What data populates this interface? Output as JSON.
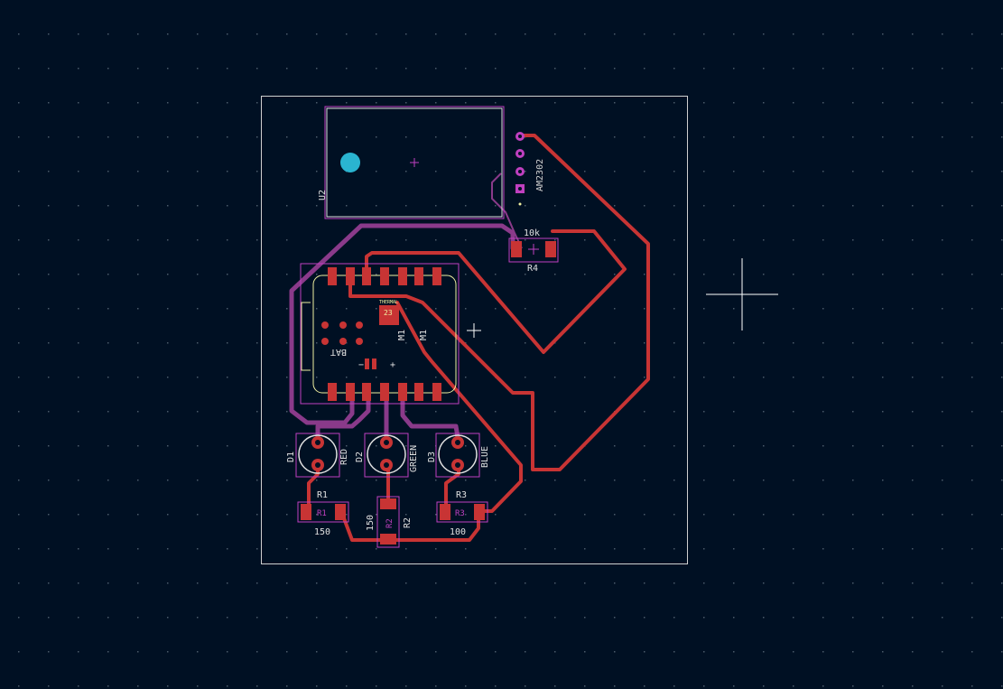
{
  "colors": {
    "background": "#001023",
    "grid_dot": "#4a5a6a",
    "board_edge": "#d0d0d0",
    "copper_front": "#c83434",
    "copper_back": "#8a3a8a",
    "courtyard": "#c040c0",
    "silkscreen": "#e0e0e0",
    "fab_text": "#f0f0a0",
    "mounting_hole": "#2ab4d0",
    "crosshair": "#ffffff"
  },
  "labels": {
    "u2": "U2",
    "am2302": "AM2302",
    "r4_value": "10k",
    "r4_ref": "R4",
    "m1_ref": "M1",
    "m1_value": "M1",
    "bat": "BAT",
    "thermal": "THERMAL",
    "pin23": "23",
    "d1": "D1",
    "d2": "D2",
    "d3": "D3",
    "red": "RED",
    "green": "GREEN",
    "blue": "BLUE",
    "r1_ref": "R1",
    "r1_pad": "R1",
    "r1_value": "150",
    "r2_ref": "R2",
    "r2_pad": "R2",
    "r2_value": "150",
    "r3_ref": "R3",
    "r3_pad": "R3",
    "r3_value": "100",
    "minus": "−",
    "plus": "+"
  }
}
